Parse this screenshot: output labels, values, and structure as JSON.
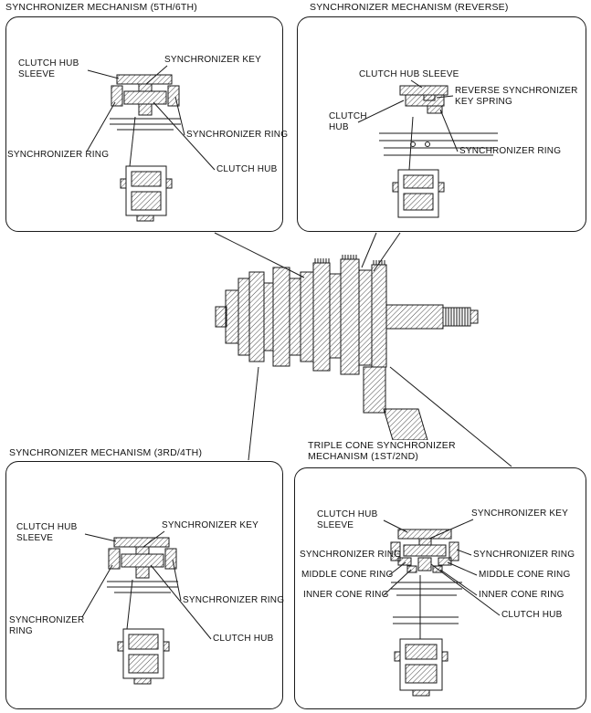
{
  "page": {
    "ink": "#1a1a1a",
    "background": "#ffffff"
  },
  "panels": {
    "p5_6": {
      "title": "SYNCHRONIZER MECHANISM (5TH/6TH)",
      "labels": {
        "clutch_hub_sleeve": "CLUTCH HUB\nSLEEVE",
        "synchronizer_key": "SYNCHRONIZER KEY",
        "synchronizer_ring_right": "SYNCHRONIZER RING",
        "synchronizer_ring_left": "SYNCHRONIZER RING",
        "clutch_hub": "CLUTCH HUB"
      }
    },
    "reverse": {
      "title": "SYNCHRONIZER MECHANISM (REVERSE)",
      "labels": {
        "clutch_hub_sleeve": "CLUTCH HUB SLEEVE",
        "reverse_synchronizer_key_spring": "REVERSE SYNCHRONIZER\nKEY SPRING",
        "clutch_hub": "CLUTCH\nHUB",
        "synchronizer_ring": "SYNCHRONIZER RING"
      }
    },
    "p3_4": {
      "title": "SYNCHRONIZER MECHANISM (3RD/4TH)",
      "labels": {
        "clutch_hub_sleeve": "CLUTCH HUB\nSLEEVE",
        "synchronizer_key": "SYNCHRONIZER KEY",
        "synchronizer_ring_right": "SYNCHRONIZER RING",
        "synchronizer_ring_left": "SYNCHRONIZER\nRING",
        "clutch_hub": "CLUTCH HUB"
      }
    },
    "p1_2": {
      "title": "TRIPLE CONE SYNCHRONIZER\nMECHANISM (1ST/2ND)",
      "labels": {
        "clutch_hub_sleeve": "CLUTCH HUB\nSLEEVE",
        "synchronizer_key": "SYNCHRONIZER KEY",
        "synchronizer_ring_left": "SYNCHRONIZER RING",
        "synchronizer_ring_right": "SYNCHRONIZER RING",
        "middle_cone_ring_left": "MIDDLE CONE RING",
        "middle_cone_ring_right": "MIDDLE CONE RING",
        "inner_cone_ring_left": "INNER CONE RING",
        "inner_cone_ring_right": "INNER CONE RING",
        "clutch_hub": "CLUTCH HUB"
      }
    }
  }
}
